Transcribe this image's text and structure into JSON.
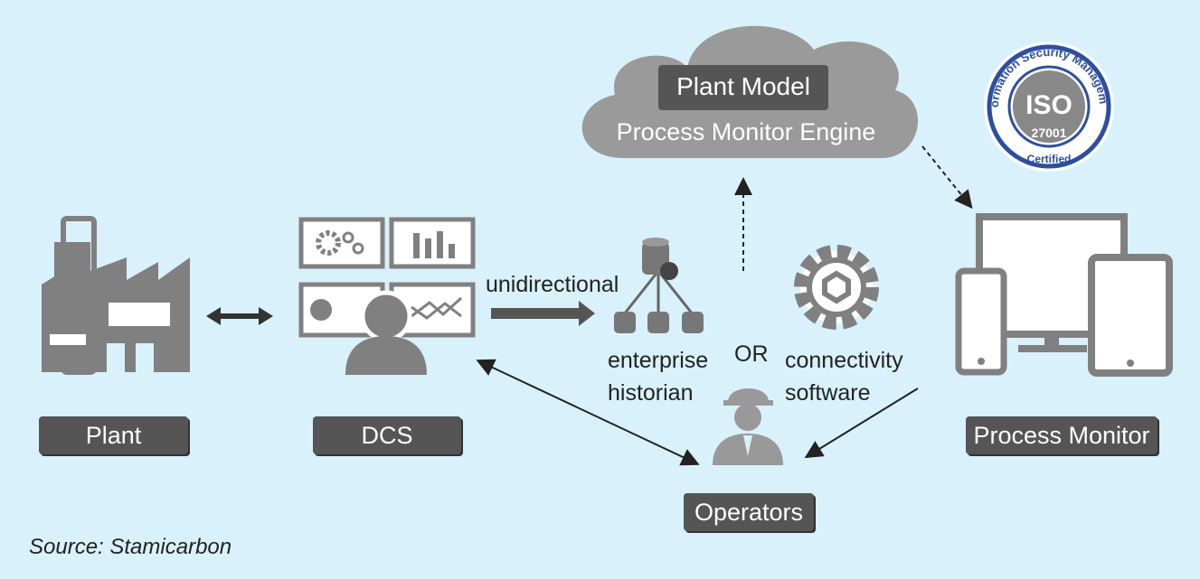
{
  "cloud": {
    "title": "Plant Model",
    "subtitle": "Process Monitor Engine"
  },
  "labels": {
    "plant": "Plant",
    "dcs": "DCS",
    "operators": "Operators",
    "process_monitor": "Process Monitor"
  },
  "flow": {
    "unidirectional": "unidirectional",
    "historian_line1": "enterprise",
    "historian_line2": "historian",
    "or": "OR",
    "connectivity_line1": "connectivity",
    "connectivity_line2": "software"
  },
  "badge": {
    "ring_text": "Information Security Management",
    "main": "ISO",
    "number": "27001",
    "bottom": "Certified"
  },
  "source": "Source: Stamicarbon",
  "colors": {
    "background": "#d9f1fa",
    "icon_gray": "#808080",
    "label_bg": "#555555",
    "badge_blue": "#2d4f9e"
  },
  "icons": [
    "factory-icon",
    "dashboard-icon",
    "operator-icon",
    "database-cluster-icon",
    "gear-icon",
    "helmet-operator-icon",
    "devices-icon",
    "iso-badge-icon",
    "cloud-icon"
  ]
}
